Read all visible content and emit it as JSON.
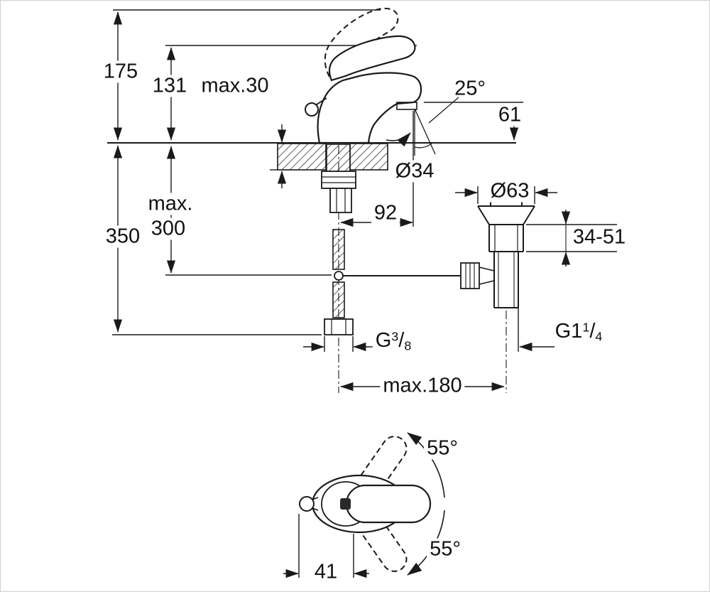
{
  "side_view": {
    "dims": {
      "total_height": "175",
      "spout_height": "131",
      "mount_thickness": "max.30",
      "spout_angle": "25°",
      "spout_drop": "61",
      "hole_diameter": "Ø34",
      "hose_max_word": "max.",
      "hose_max_value": "300",
      "depth_total": "350",
      "spout_reach": "92",
      "flange_diameter": "Ø63",
      "flange_height_range": "34-51",
      "max_offset": "max.180"
    },
    "threads": {
      "supply": {
        "base": "G",
        "numerator": "3",
        "slash": "/",
        "denominator": "8"
      },
      "drain": {
        "base": "G1",
        "numerator": "1",
        "slash": "/",
        "denominator": "4"
      }
    }
  },
  "top_view": {
    "dims": {
      "swing_up": "55°",
      "swing_down": "55°",
      "handle_offset": "41"
    }
  },
  "style": {
    "line_color": "#1a1a1a",
    "background": "#ffffff"
  }
}
